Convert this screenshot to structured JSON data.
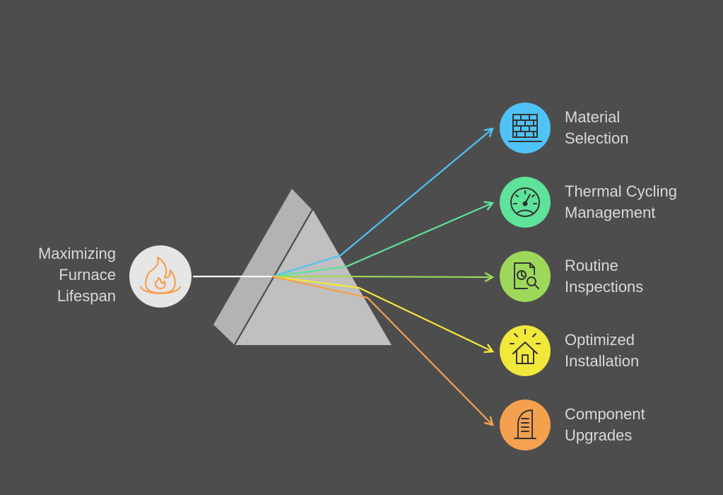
{
  "source": {
    "label_lines": [
      "Maximizing",
      "Furnace",
      "Lifespan"
    ],
    "icon": "flame-icon",
    "color": "#e6e6e6",
    "icon_color": "#f5a04f"
  },
  "outputs": [
    {
      "id": "material-selection",
      "label_lines": [
        "Material",
        "Selection"
      ],
      "icon": "brick-wall-icon",
      "color": "#4fc3f7"
    },
    {
      "id": "thermal-cycling-management",
      "label_lines": [
        "Thermal Cycling",
        "Management"
      ],
      "icon": "gauge-icon",
      "color": "#5ee39a"
    },
    {
      "id": "routine-inspections",
      "label_lines": [
        "Routine",
        "Inspections"
      ],
      "icon": "inspection-report-icon",
      "color": "#9ed85a"
    },
    {
      "id": "optimized-installation",
      "label_lines": [
        "Optimized",
        "Installation"
      ],
      "icon": "house-icon",
      "color": "#f1e83c"
    },
    {
      "id": "component-upgrades",
      "label_lines": [
        "Component",
        "Upgrades"
      ],
      "icon": "upgrade-component-icon",
      "color": "#f5a04f"
    }
  ],
  "colors": {
    "background": "#4d4d4d",
    "prism": "#bdbdbd",
    "prism_face": "#a8a8a8",
    "beam": "#ffffff",
    "text": "#d8d8d8",
    "icon_stroke": "#333333"
  }
}
